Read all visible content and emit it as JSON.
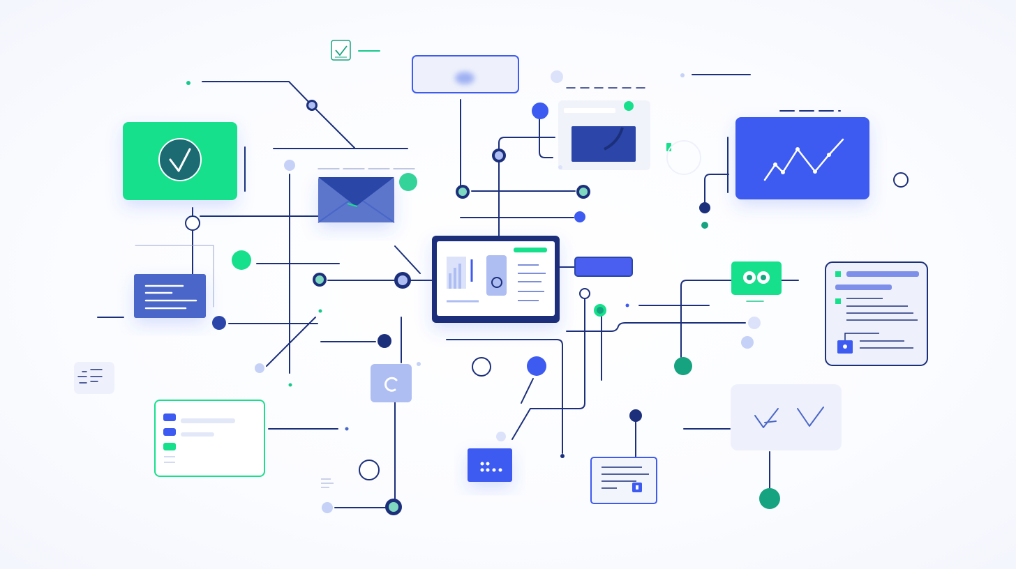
{
  "diagram": {
    "kind": "network illustration",
    "colors": {
      "navy": "#1b2f7a",
      "royal_blue": "#3d5af1",
      "mid_blue": "#4a66c8",
      "light_blue": "#aebdf2",
      "pale_blue": "#eef1fb",
      "green": "#16e08c",
      "teal": "#16a37f",
      "line": "#1b2f7a"
    },
    "nodes": [
      {
        "id": "verify-card",
        "icon": "checkmark-icon",
        "color": "green"
      },
      {
        "id": "mail-card",
        "icon": "envelope-icon",
        "color": "mid_blue"
      },
      {
        "id": "top-card",
        "icon": "blank-card-icon",
        "color": "pale_blue"
      },
      {
        "id": "media-card",
        "icon": "image-card-icon",
        "color": "navy"
      },
      {
        "id": "trend-card",
        "icon": "line-chart-icon",
        "color": "royal_blue"
      },
      {
        "id": "central-monitor",
        "icon": "dashboard-icon",
        "color": "navy"
      },
      {
        "id": "text-card",
        "icon": "text-lines-icon",
        "color": "mid_blue"
      },
      {
        "id": "list-card",
        "icon": "checklist-icon",
        "color": "green"
      },
      {
        "id": "spinner-tile",
        "icon": "loading-icon",
        "color": "light_blue"
      },
      {
        "id": "dots-tile",
        "icon": "dots-icon",
        "color": "royal_blue"
      },
      {
        "id": "lock-card",
        "icon": "lock-icon",
        "color": "royal_blue"
      },
      {
        "id": "check-card",
        "icon": "double-check-icon",
        "color": "pale_blue"
      },
      {
        "id": "document-card",
        "icon": "document-icon",
        "color": "navy"
      },
      {
        "id": "toggle-badge",
        "icon": "toggle-icon",
        "color": "green"
      },
      {
        "id": "mini-checkbox",
        "icon": "checkbox-icon",
        "color": "teal"
      },
      {
        "id": "mini-list",
        "icon": "list-icon",
        "color": "light_blue"
      }
    ]
  }
}
